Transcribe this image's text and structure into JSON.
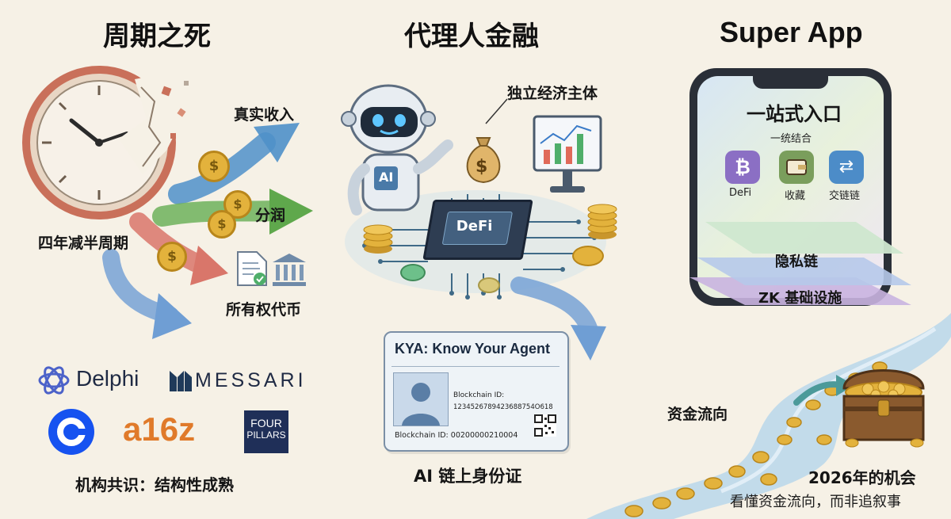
{
  "columns": {
    "left": {
      "title": "周期之死",
      "labels": {
        "real_income": "真实收入",
        "profit_share": "分润",
        "halving": "四年减半周期",
        "ownership_tokens": "所有权代币"
      },
      "coin_symbol": "$",
      "logos": {
        "delphi": "Delphi",
        "messari": "MESSARI",
        "a16z": "a16z",
        "four_pillars_line1": "FOUR",
        "four_pillars_line2": "PILLARS"
      },
      "caption": "机构共识：结构性成熟"
    },
    "middle": {
      "title": "代理人金融",
      "robot_badge": "AI",
      "bag_symbol": "$",
      "chip_label": "DeFi",
      "independent": "独立经济主体",
      "kya_card": {
        "title": "KYA: Know Your Agent",
        "id_label": "Blockchain ID:",
        "id_value": "1234526789423688754O618",
        "bottom_line": "Blockchain ID: 00200000210004"
      },
      "caption": "AI 链上身份证"
    },
    "right": {
      "title": "Super App",
      "screen_title": "一站式入口",
      "subtitle": "一统结合",
      "apps": [
        {
          "label": "DeFi",
          "icon": "bitcoin-icon",
          "color": "#8b6fc4"
        },
        {
          "label": "收藏",
          "icon": "wallet-icon",
          "color": "#7a9e5c"
        },
        {
          "label": "交链链",
          "icon": "swap-icon",
          "color": "#4c8cc8"
        }
      ],
      "layers": {
        "privacy": "隐私链",
        "zk": "ZK 基础设施"
      },
      "fund_flow": "资金流向",
      "opportunity": "2026年的机会",
      "tagline": "看懂资金流向，而非追叙事"
    }
  }
}
